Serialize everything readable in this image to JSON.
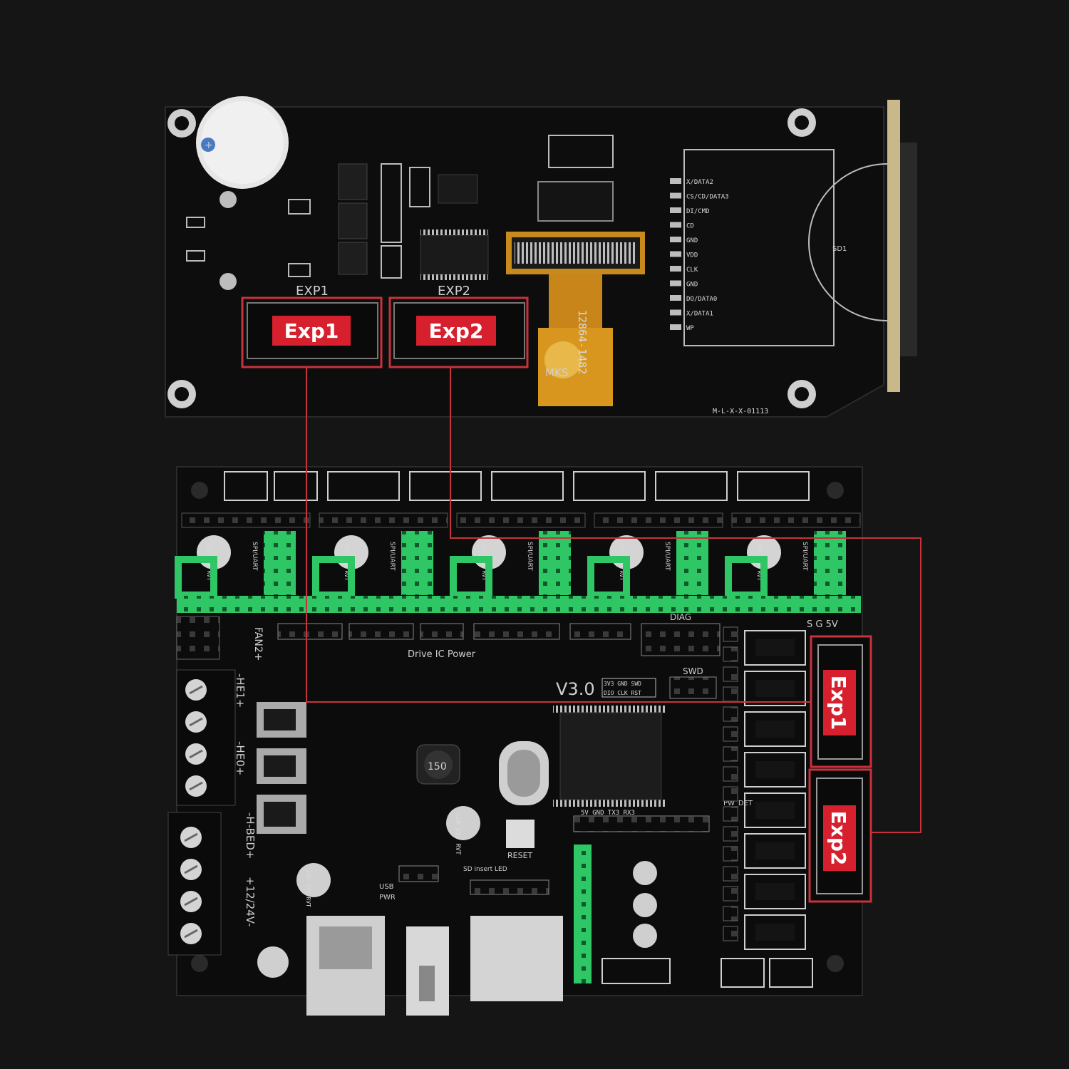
{
  "lcd_board": {
    "header_exp1": "EXP1",
    "header_exp2": "EXP2",
    "ribbon_text": "12864-1482",
    "logo_text": "MKS",
    "board_code": "M-L-X-X-01113",
    "card_slot_label": "SD1",
    "sd_pins": [
      "X/DATA2",
      "CS/CD/DATA3",
      "DI/CMD",
      "CD",
      "GND",
      "VDD",
      "CLK",
      "GND",
      "DO/DATA0",
      "X/DATA1",
      "WP"
    ]
  },
  "main_board": {
    "version": "V3.0",
    "drive_ic_power": "Drive IC Power",
    "diag": "DIAG",
    "swd": "SWD",
    "sg5v": "S G 5V",
    "fan2": "FAN2+",
    "he1": "-HE1+",
    "he0": "-HE0+",
    "hbed": "-H-BED+",
    "power_in": "+12/24V-",
    "reset": "RESET",
    "usb": "USB",
    "pwr": "PWR",
    "sd_insert_led": "SD insert LED",
    "pw_det": "PW_DET",
    "uart_pins": "5V GND TX3 RX3",
    "swd_pins_top": "3V3 GND SWD",
    "swd_pins_bottom": "DIO CLK RST",
    "cap_label": "100 35V RVT",
    "spi_uart": "SPI/UART",
    "inductor": "150",
    "bulk_cap": "220 63V RVT"
  },
  "callouts": {
    "exp1": "Exp1",
    "exp2": "Exp2",
    "accent": "#d6202e",
    "line_color": "#c8323c"
  }
}
